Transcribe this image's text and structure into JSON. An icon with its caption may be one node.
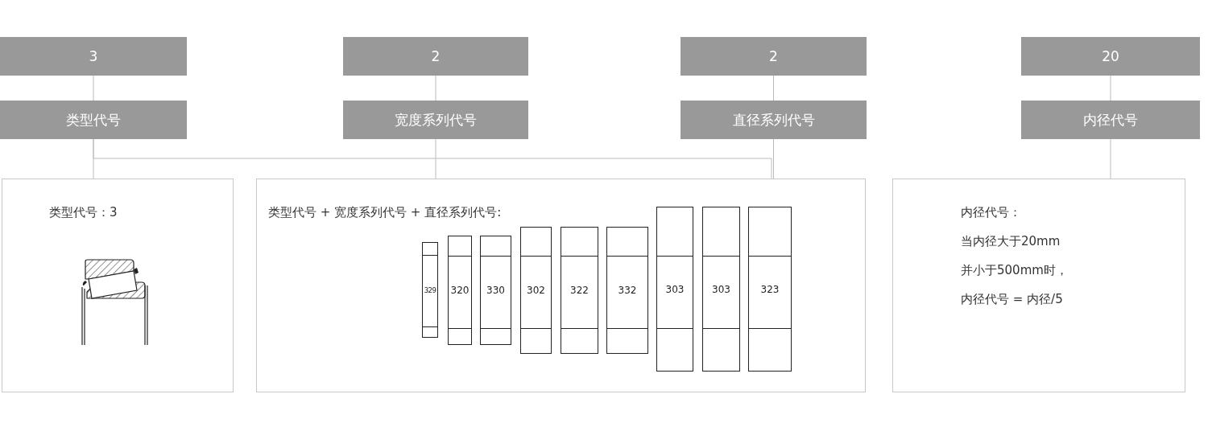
{
  "diagram": {
    "nodes": [
      {
        "text": [
          "3"
        ]
      },
      {
        "text": [
          "2"
        ]
      },
      {
        "text": [
          "2"
        ]
      },
      {
        "text": [
          "20"
        ]
      },
      {
        "text": [
          "类型代号"
        ]
      },
      {
        "text": [
          "宽度系列代号"
        ]
      },
      {
        "text": [
          "直径系列代号"
        ]
      },
      {
        "text": [
          "内径代号"
        ]
      },
      {
        "text": [
          "类型代号：3"
        ]
      },
      {
        "text": [
          "类型代号 + 宽度系列代号 + 直径系列代号:"
        ]
      },
      {
        "text": [
          "内径代号：",
          "当内径大于20mm",
          "并小于500mm时，",
          "内径代号 = 内径/5"
        ]
      },
      {
        "text": [
          "329"
        ],
        "in": 9
      },
      {
        "text": [
          "320"
        ],
        "in": 9
      },
      {
        "text": [
          "330"
        ],
        "in": 9
      },
      {
        "text": [
          "302"
        ],
        "in": 9
      },
      {
        "text": [
          "322"
        ],
        "in": 9
      },
      {
        "text": [
          "332"
        ],
        "in": 9
      },
      {
        "text": [
          "303"
        ],
        "in": 9
      },
      {
        "text": [
          "303"
        ],
        "in": 9
      },
      {
        "text": [
          "323"
        ],
        "in": 9
      }
    ],
    "edges": [
      {
        "from": 0,
        "to": 4,
        "arrow": "none"
      },
      {
        "from": 1,
        "to": 5,
        "arrow": "none"
      },
      {
        "from": 2,
        "to": 6,
        "arrow": "none"
      },
      {
        "from": 3,
        "to": 7,
        "arrow": "none"
      },
      {
        "from": 4,
        "to": 8,
        "arrow": "none"
      },
      {
        "from": 4,
        "to": 9,
        "arrow": "none"
      },
      {
        "from": 5,
        "to": 9,
        "arrow": "none"
      },
      {
        "from": 6,
        "to": 9,
        "arrow": "none"
      },
      {
        "from": 7,
        "to": 10,
        "arrow": "none"
      }
    ]
  }
}
